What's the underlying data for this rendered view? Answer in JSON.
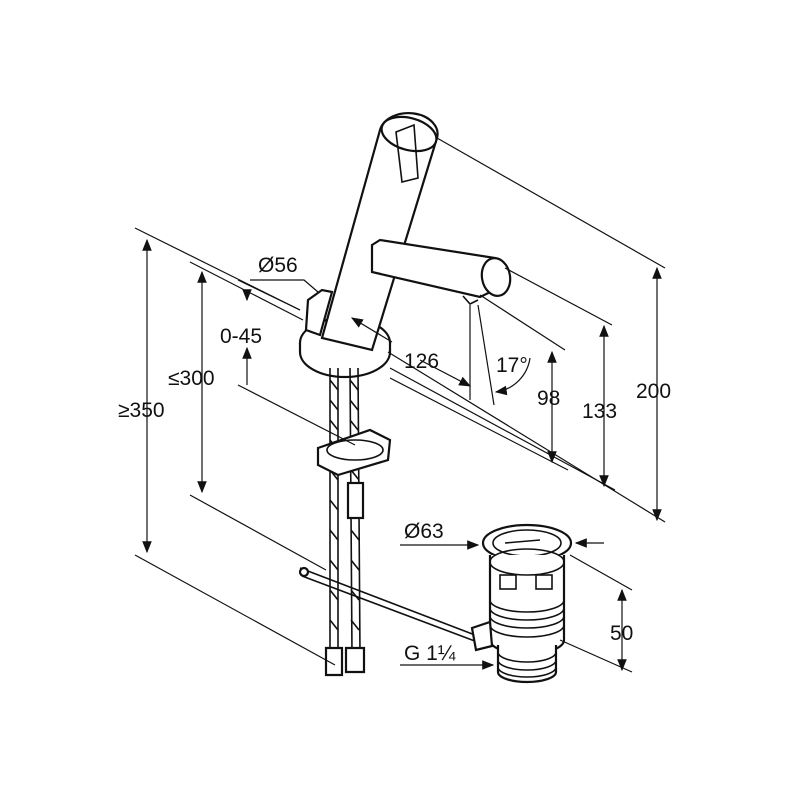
{
  "dimensions": {
    "spout_diameter": "Ø56",
    "lever_range": "0-45",
    "max_height": "≤300",
    "min_length": "≥350",
    "spout_reach": "126",
    "spout_angle": "17°",
    "spout_height": "98",
    "outlet_height": "133",
    "total_height": "200",
    "waste_diameter": "Ø63",
    "waste_height": "50",
    "waste_thread": "G 1¼"
  },
  "colors": {
    "line": "#111111",
    "background": "#ffffff"
  }
}
